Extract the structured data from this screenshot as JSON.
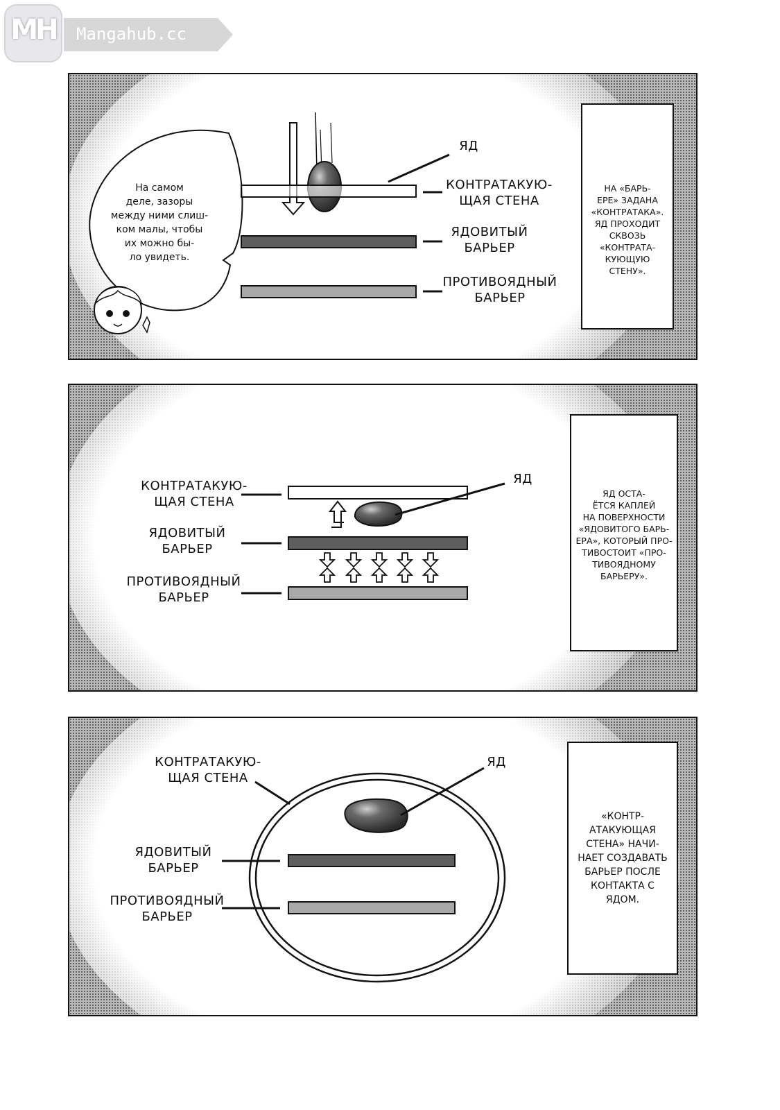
{
  "watermark": {
    "logo": "MH",
    "site": "Mangahub.cc"
  },
  "panel1": {
    "labels": {
      "poison": "ЯД",
      "counter_wall": "КОНТРАТАКУЮ-\nЩАЯ СТЕНА",
      "poison_barrier": "ЯДОВИТЫЙ\nБАРЬЕР",
      "antidote_barrier": "ПРОТИВОЯДНЫЙ\nБАРЬЕР"
    },
    "speech": "На самом\nделе, зазоры\nмежду ними слиш-\nком малы, чтобы\nих можно бы-\nло увидеть.",
    "caption": "НА «БАРЬ-\nЕРЕ» ЗАДАНА\n«КОНТРАТАКА».\nЯД ПРОХОДИТ СКВОЗЬ\n«КОНТРАТА-\nКУЮЩУЮ\nСТЕНУ»."
  },
  "panel2": {
    "labels": {
      "poison": "ЯД",
      "counter_wall": "КОНТРАТАКУЮ-\nЩАЯ СТЕНА",
      "poison_barrier": "ЯДОВИТЫЙ\nБАРЬЕР",
      "antidote_barrier": "ПРОТИВОЯДНЫЙ\nБАРЬЕР"
    },
    "caption": "ЯД ОСТА-\nЁТСЯ КАПЛЕЙ\nНА ПОВЕРХНОСТИ\n«ЯДОВИТОГО БАРЬ-\nЕРА», КОТОРЫЙ ПРО-\nТИВОСТОИТ «ПРО-\nТИВОЯДНОМУ\nБАРЬЕРУ»."
  },
  "panel3": {
    "labels": {
      "poison": "ЯД",
      "counter_wall": "КОНТРАТАКУЮ-\nЩАЯ СТЕНА",
      "poison_barrier": "ЯДОВИТЫЙ\nБАРЬЕР",
      "antidote_barrier": "ПРОТИВОЯДНЫЙ\nБАРЬЕР"
    },
    "caption": "«КОНТР-\nАТАКУЮЩАЯ\nСТЕНА» НАЧИ-\nНАЕТ СОЗДАВАТЬ\nБАРЬЕР ПОСЛЕ\nКОНТАКТА С\nЯДОМ."
  },
  "colors": {
    "ink": "#111111",
    "screentone": "#bdbdbd",
    "poison_barrier": "#5e5e5e",
    "antidote_barrier": "#a8a8a8",
    "poison_drop": "#4a4a4a"
  }
}
